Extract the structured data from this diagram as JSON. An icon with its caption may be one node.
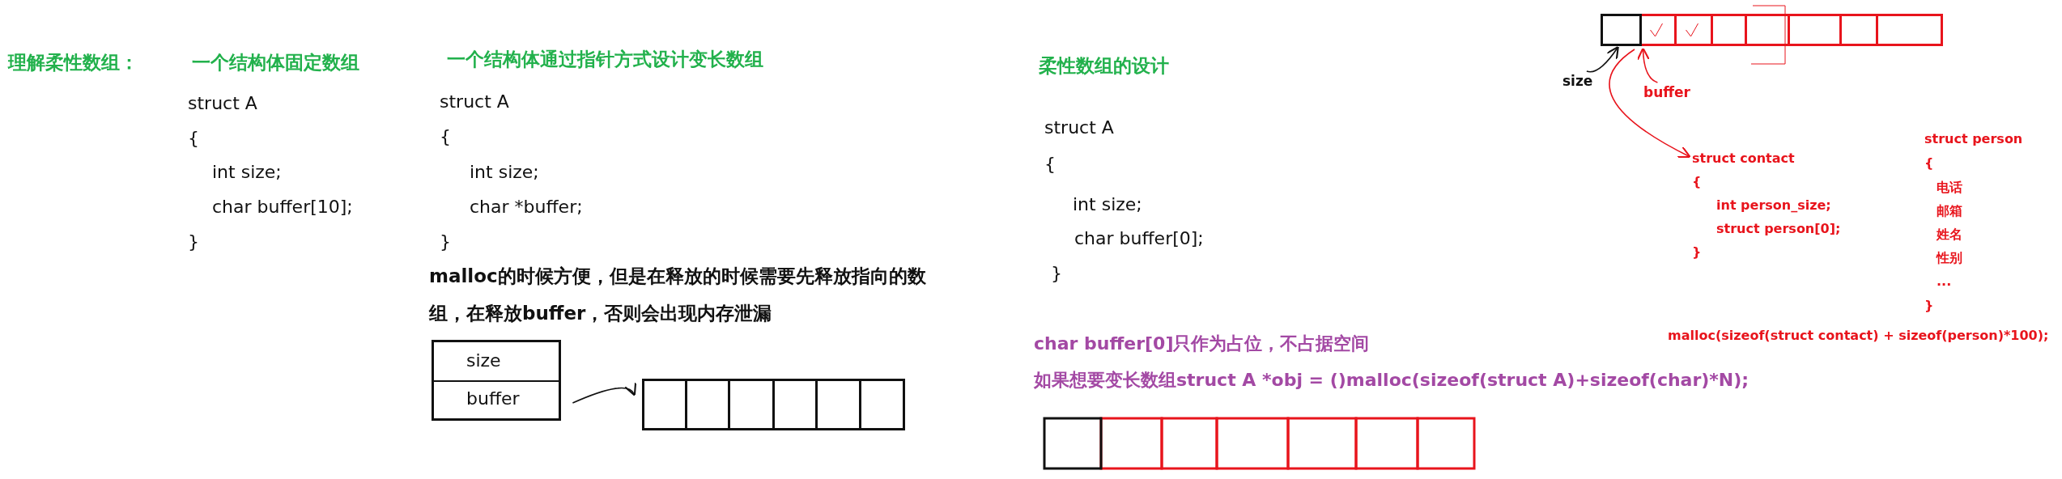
{
  "diagram": {
    "nodes": [
      {
        "text": [
          "size",
          "buffer"
        ]
      },
      {
        "text": [],
        "shape": "bar"
      },
      {
        "text": [
          "size"
        ]
      },
      {
        "text": [
          "buffer"
        ]
      },
      {
        "text": [],
        "shape": "bar"
      },
      {
        "text": [
          "struct contact",
          "{",
          "int person_size;",
          "struct person[0];",
          "}"
        ]
      }
    ],
    "edges": [
      {
        "from": 0,
        "to": 1,
        "arrow": "to"
      },
      {
        "from": 2,
        "to": 4,
        "arrow": "to"
      },
      {
        "from": 3,
        "to": 4,
        "arrow": "to",
        "color": "#e8141c"
      },
      {
        "from": 4,
        "to": 5,
        "arrow": "to",
        "color": "#e8141c"
      }
    ],
    "labels": [
      "理解柔性数组：",
      "一个结构体固定数组",
      "struct A",
      "{",
      "int size;",
      "char buffer[10];",
      "}",
      "一个结构体通过指针方式设计变长数组",
      "struct A",
      "{",
      "int size;",
      "char *buffer;",
      "}",
      "malloc的时候方便，但是在释放的时候需要先释放指向的数组，在释放buffer，否则会出现内存泄漏",
      "柔性数组的设计",
      "struct A",
      "{",
      "int size;",
      "char buffer[0];",
      "}",
      "char buffer[0]只作为占位，不占据空间",
      "如果想要变长数组struct A *obj = ()malloc(sizeof(struct A)+sizeof(char)*N);",
      "struct person",
      "{",
      "电话",
      "邮箱",
      "姓名",
      "性别",
      "...",
      "}",
      "malloc(sizeof(struct contact) + sizeof(person)*100);"
    ]
  }
}
